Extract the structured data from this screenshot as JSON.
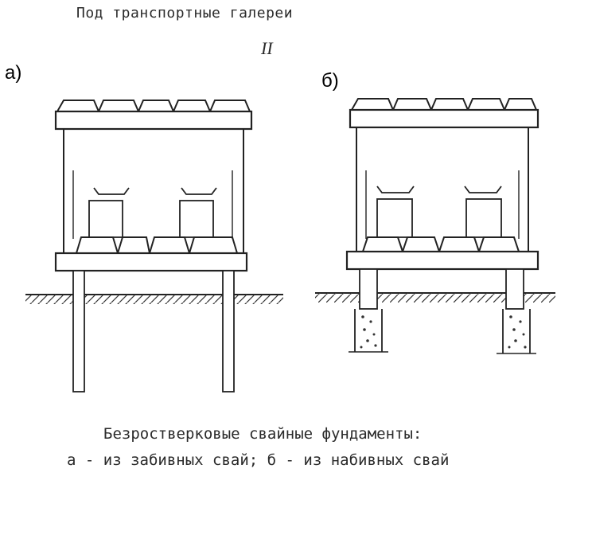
{
  "header": "Под транспортные галереи",
  "roman_numeral": "II",
  "label_a": "а)",
  "label_b": "б)",
  "caption": {
    "line1": "Безростверковые свайные фундаменты:",
    "line2": "а - из забивных свай; б - из набивных свай"
  }
}
